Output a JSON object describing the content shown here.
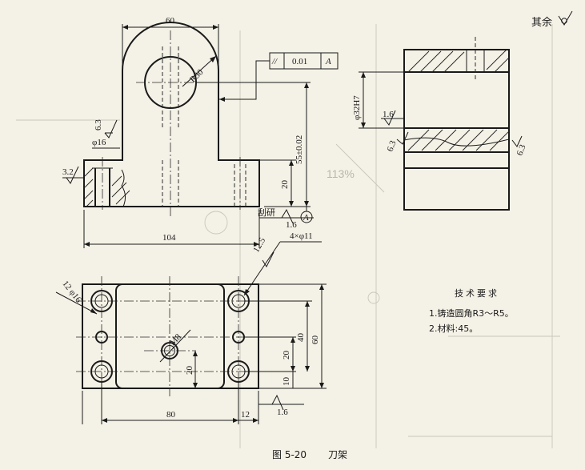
{
  "roughness_default": {
    "label": "其余",
    "symbol": "check-roughness-symbol"
  },
  "watermark_zoom": "113%",
  "front_view": {
    "dim_top_width": "60",
    "dim_radius": "R30",
    "dim_hole_dia": "φ16",
    "dim_height": "55±0.02",
    "dim_base_h": "20",
    "dim_base_w": "104",
    "roughness_hole": "6.3",
    "roughness_left": "3.2",
    "roughness_bottom": "1.6",
    "bottom_note": "刮研",
    "datum": "A"
  },
  "tolerance_frame": {
    "symbol": "//",
    "value": "0.01",
    "datum": "A"
  },
  "side_view": {
    "dim_bore": "φ32H7",
    "roughness_bore": "1.6",
    "roughness_left": "6.3",
    "roughness_right": "6.3"
  },
  "top_view": {
    "holes_callout": "4×φ11",
    "roughness_holes": "12.5",
    "counterbore": "12 φ16",
    "thread": "M8",
    "dim_inner_20": "20",
    "dim_20": "20",
    "dim_40": "40",
    "dim_60": "60",
    "dim_10": "10",
    "dim_80": "80",
    "dim_12": "12",
    "roughness_bottom": "1.6"
  },
  "tech_requirements": {
    "title": "技术要求",
    "items": [
      "1.铸造圆角R3～R5。",
      "2.材料:45。"
    ]
  },
  "caption": {
    "figure_no": "图 5-20",
    "title": "刀架"
  }
}
